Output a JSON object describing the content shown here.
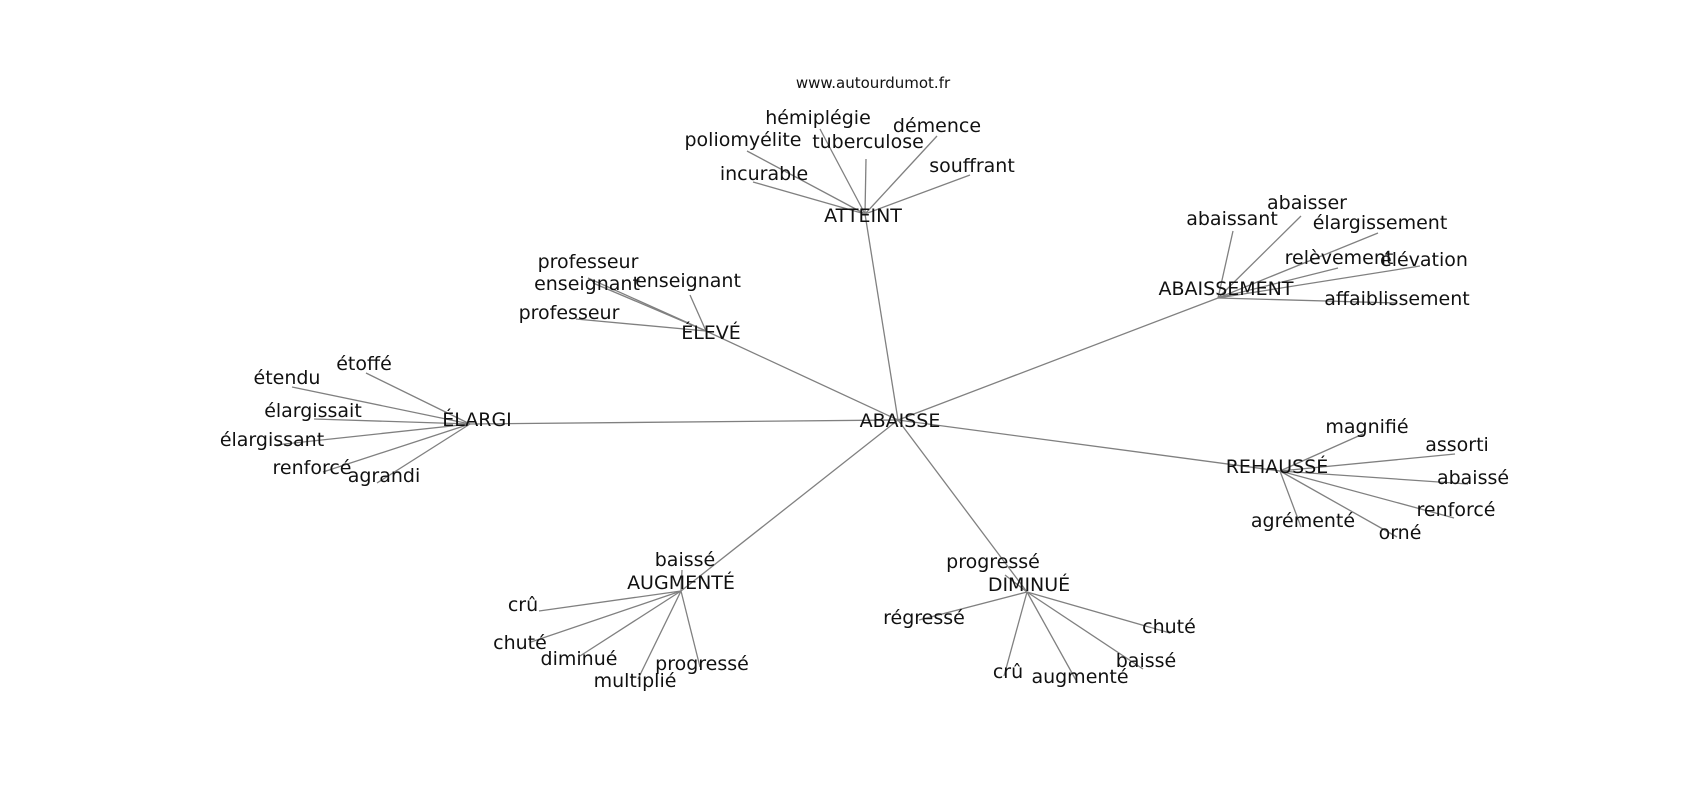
{
  "site_label": "www.autourdumot.fr",
  "graph": {
    "center": "ABAISSE",
    "clusters": [
      {
        "hub": "ATTEINT",
        "leaves": [
          "hémiplégie",
          "démence",
          "poliomyélite",
          "tuberculose",
          "souffrant",
          "incurable"
        ]
      },
      {
        "hub": "ABAISSEMENT",
        "leaves": [
          "abaisser",
          "abaissant",
          "élargissement",
          "relèvement",
          "élévation",
          "affaiblissement"
        ]
      },
      {
        "hub": "ÉLEVÉ",
        "leaves": [
          "professeur",
          "enseignant",
          "enseignant",
          "professeur"
        ]
      },
      {
        "hub": "ÉLARGI",
        "leaves": [
          "étoffé",
          "étendu",
          "élargissait",
          "élargissant",
          "renforcé",
          "agrandi"
        ]
      },
      {
        "hub": "REHAUSSÉ",
        "leaves": [
          "magnifié",
          "assorti",
          "abaissé",
          "renforcé",
          "agrémenté",
          "orné"
        ]
      },
      {
        "hub": "AUGMENTÉ",
        "leaves": [
          "baissé",
          "crû",
          "chuté",
          "diminué",
          "multiplié",
          "progressé"
        ]
      },
      {
        "hub": "DIMINUÉ",
        "leaves": [
          "progressé",
          "régressé",
          "chuté",
          "baissé",
          "crû",
          "augmenté"
        ]
      }
    ]
  }
}
